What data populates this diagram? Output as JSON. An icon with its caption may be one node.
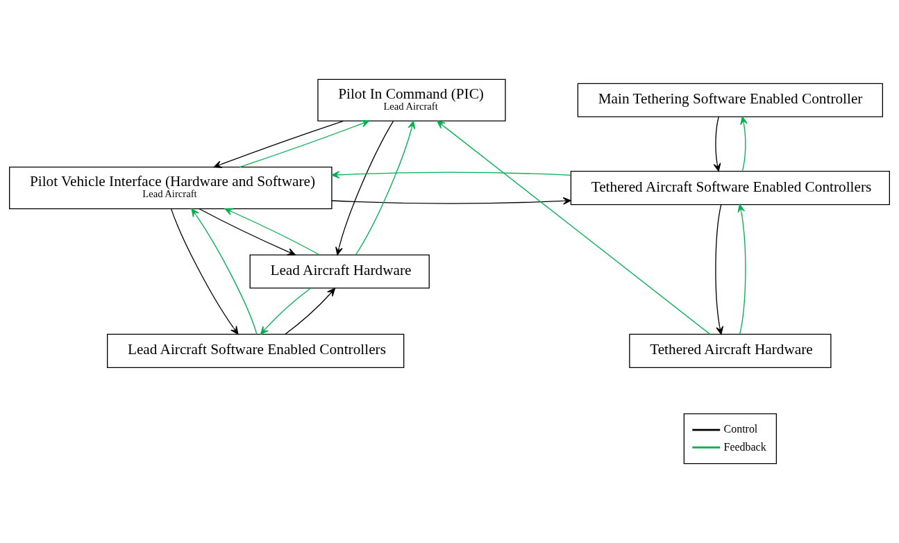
{
  "diagram": {
    "nodes": [
      {
        "text": [
          "Pilot In Command (PIC)",
          "Lead Aircraft"
        ]
      },
      {
        "text": [
          "Pilot Vehicle Interface (Hardware and Software)",
          "Lead Aircraft"
        ]
      },
      {
        "text": [
          "Lead Aircraft Software Enabled Controllers"
        ]
      },
      {
        "text": [
          "Lead Aircraft Hardware"
        ]
      },
      {
        "text": [
          "Main Tethering Software Enabled Controller"
        ]
      },
      {
        "text": [
          "Tethered Aircraft Software Enabled Controllers"
        ]
      },
      {
        "text": [
          "Tethered Aircraft Hardware"
        ]
      }
    ],
    "edges": [
      {
        "from": 0,
        "to": 1,
        "arrow": "to",
        "color": "#000000"
      },
      {
        "from": 1,
        "to": 0,
        "arrow": "to",
        "color": "#00b050"
      },
      {
        "from": 0,
        "to": 3,
        "arrow": "to",
        "color": "#000000"
      },
      {
        "from": 3,
        "to": 0,
        "arrow": "to",
        "color": "#00b050"
      },
      {
        "from": 1,
        "to": 2,
        "arrow": "to",
        "color": "#000000"
      },
      {
        "from": 2,
        "to": 1,
        "arrow": "to",
        "color": "#00b050"
      },
      {
        "from": 1,
        "to": 3,
        "arrow": "to",
        "color": "#000000"
      },
      {
        "from": 3,
        "to": 1,
        "arrow": "to",
        "color": "#00b050"
      },
      {
        "from": 2,
        "to": 3,
        "arrow": "to",
        "color": "#000000"
      },
      {
        "from": 3,
        "to": 2,
        "arrow": "to",
        "color": "#00b050"
      },
      {
        "from": 1,
        "to": 5,
        "arrow": "to",
        "color": "#000000"
      },
      {
        "from": 5,
        "to": 1,
        "arrow": "to",
        "color": "#00b050"
      },
      {
        "from": 4,
        "to": 5,
        "arrow": "to",
        "color": "#000000"
      },
      {
        "from": 5,
        "to": 4,
        "arrow": "to",
        "color": "#00b050"
      },
      {
        "from": 5,
        "to": 6,
        "arrow": "to",
        "color": "#000000"
      },
      {
        "from": 6,
        "to": 5,
        "arrow": "to",
        "color": "#00b050"
      },
      {
        "from": 6,
        "to": 0,
        "arrow": "to",
        "color": "#00b050"
      }
    ],
    "legend": [
      {
        "text": "Control"
      },
      {
        "text": "Feedback"
      }
    ]
  }
}
